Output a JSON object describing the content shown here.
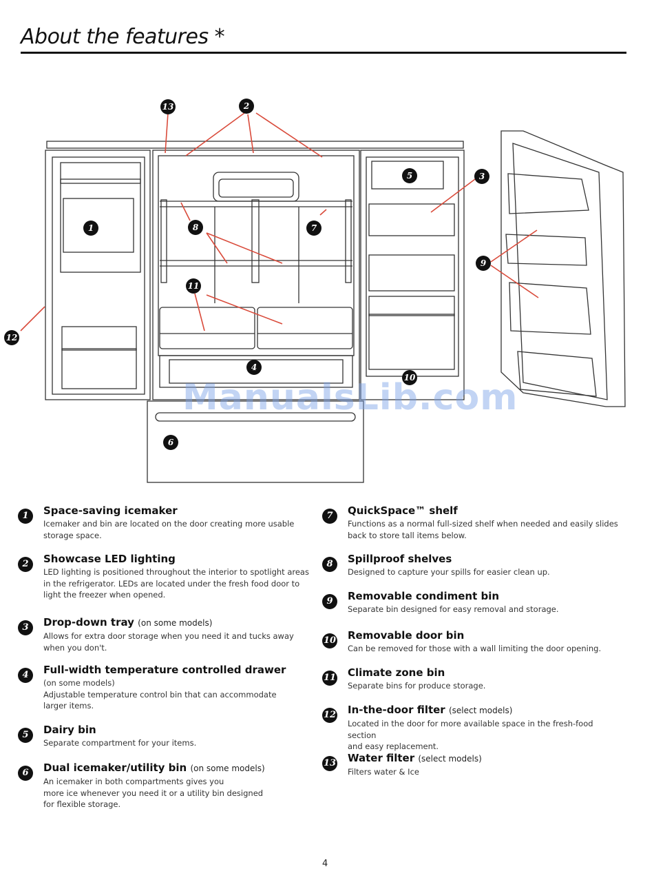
{
  "page": {
    "title": "About the features *",
    "page_number": "4"
  },
  "watermark": "ManualsLib.com",
  "callouts": [
    "1",
    "2",
    "3",
    "4",
    "5",
    "6",
    "7",
    "8",
    "9",
    "10",
    "11",
    "12",
    "13"
  ],
  "features_left": [
    {
      "num": "1",
      "title": "Space-saving icemaker",
      "note": "",
      "body": [
        "Icemaker and bin are located on the door creating more usable",
        "storage space."
      ]
    },
    {
      "num": "2",
      "title": "Showcase LED lighting",
      "note": "",
      "body": [
        "LED lighting is positioned throughout the interior to spotlight areas",
        "in the refrigerator. LEDs are located under the fresh food door to",
        "light the freezer when opened."
      ]
    },
    {
      "num": "3",
      "title": "Drop-down tray",
      "note": "(on some models)",
      "body": [
        "Allows for extra door storage when you need it and tucks away",
        "when you don't."
      ]
    },
    {
      "num": "4",
      "title": "Full-width temperature controlled drawer",
      "note": "",
      "body": [
        "(on some models)",
        "Adjustable temperature control bin that can accommodate",
        "larger items."
      ]
    },
    {
      "num": "5",
      "title": "Dairy bin",
      "note": "",
      "body": [
        "Separate compartment for your items."
      ]
    },
    {
      "num": "6",
      "title": "Dual icemaker/utility bin",
      "note": "(on some models)",
      "body": [
        "An icemaker in both compartments gives you",
        "more ice whenever you need it or a utility bin designed",
        "for flexible storage."
      ]
    }
  ],
  "features_right": [
    {
      "num": "7",
      "title": "QuickSpace™ shelf",
      "note": "",
      "body": [
        "Functions as a normal full-sized shelf when needed and easily slides",
        "back to store tall items below."
      ]
    },
    {
      "num": "8",
      "title": "Spillproof shelves",
      "note": "",
      "body": [
        "Designed to capture your spills for easier clean up."
      ]
    },
    {
      "num": "9",
      "title": "Removable condiment bin",
      "note": "",
      "body": [
        "Separate bin designed for easy removal and storage."
      ]
    },
    {
      "num": "10",
      "title": "Removable door bin",
      "note": "",
      "body": [
        "Can be removed for those with a wall limiting the door opening."
      ]
    },
    {
      "num": "11",
      "title": "Climate zone bin",
      "note": "",
      "body": [
        "Separate bins for produce storage."
      ]
    },
    {
      "num": "12",
      "title": "In-the-door filter",
      "note": "(select models)",
      "body": [
        "Located in the door for more available space in the fresh-food section",
        "and easy replacement."
      ]
    },
    {
      "num": "13",
      "title": "Water filter",
      "note": "(select models)",
      "body": [
        "Filters water & Ice"
      ]
    }
  ],
  "colors": {
    "leader_line": "#d94a3a",
    "drawing_line": "#333333",
    "badge": "#111111"
  }
}
